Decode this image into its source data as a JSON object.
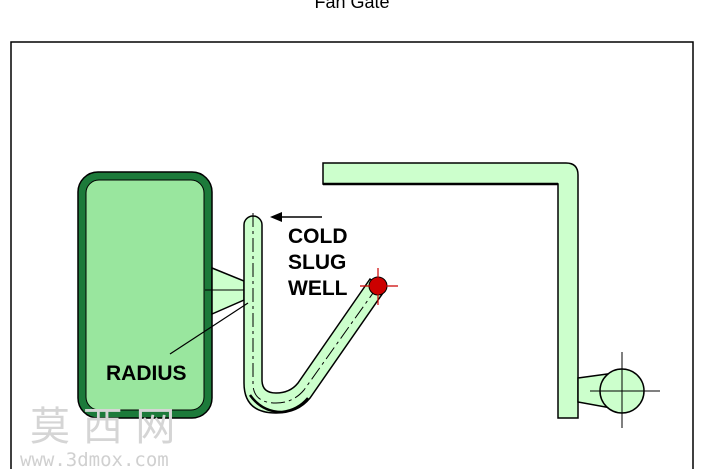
{
  "title": "Fan Gate",
  "labels": {
    "cold_slug_well_line1": "COLD",
    "cold_slug_well_line2": "SLUG",
    "cold_slug_well_line3": "WELL",
    "radius": "RADIUS"
  },
  "watermark": {
    "chars": "莫 西 网",
    "url": "www.3dmox.com"
  },
  "colors": {
    "fill": "#ccffcc",
    "part_fill": "#99e69e",
    "outline": "#000000",
    "part_border": "#1c7a3a",
    "gate_mark": "#cc0000"
  }
}
